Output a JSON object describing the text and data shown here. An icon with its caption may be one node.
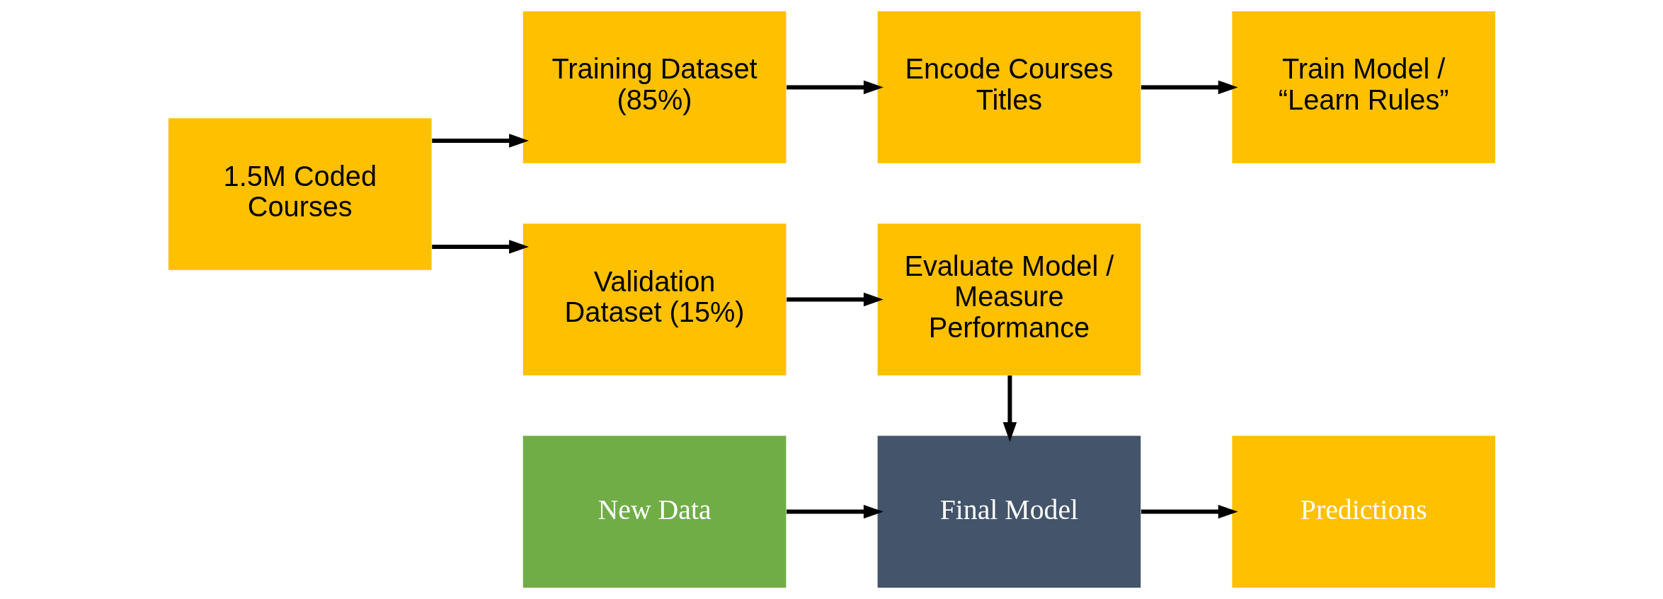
{
  "diagram": {
    "nodes": [
      {
        "text": [
          "1.5M Coded Courses"
        ]
      },
      {
        "text": [
          "Training Dataset (85%)"
        ]
      },
      {
        "text": [
          "Encode Courses Titles"
        ]
      },
      {
        "text": [
          "Train Model / “Learn Rules”"
        ]
      },
      {
        "text": [
          "Validation Dataset (15%)"
        ]
      },
      {
        "text": [
          "Evaluate Model / Measure Performance"
        ]
      },
      {
        "text": [
          "New Data"
        ]
      },
      {
        "text": [
          "Final Model"
        ]
      },
      {
        "text": [
          "Predictions"
        ]
      }
    ],
    "edges": [
      {
        "from": 0,
        "to": 1,
        "arrow": "to"
      },
      {
        "from": 1,
        "to": 2,
        "arrow": "to"
      },
      {
        "from": 2,
        "to": 3,
        "arrow": "to"
      },
      {
        "from": 0,
        "to": 4,
        "arrow": "to"
      },
      {
        "from": 4,
        "to": 5,
        "arrow": "to"
      },
      {
        "from": 5,
        "to": 7,
        "arrow": "to"
      },
      {
        "from": 6,
        "to": 7,
        "arrow": "to"
      },
      {
        "from": 7,
        "to": 8,
        "arrow": "to"
      }
    ]
  }
}
